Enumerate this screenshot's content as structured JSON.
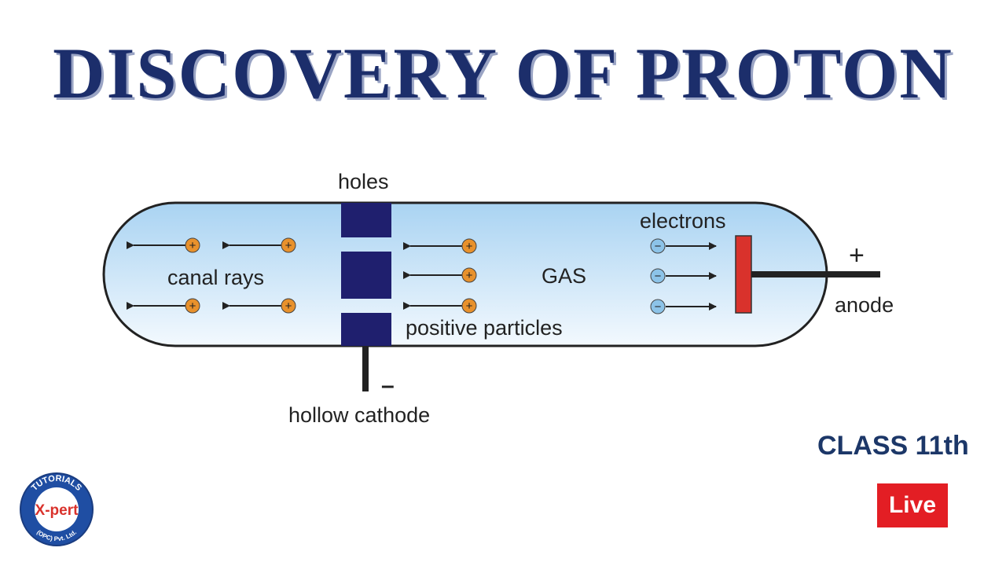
{
  "header": {
    "title": "DISCOVERY OF PROTON"
  },
  "diagram": {
    "labels": {
      "holes": "holes",
      "electrons": "electrons",
      "canal_rays": "canal rays",
      "gas": "GAS",
      "positive_particles": "positive particles",
      "hollow_cathode": "hollow cathode",
      "anode": "anode",
      "plus": "+",
      "minus": "–",
      "proton_symbol": "+",
      "electron_symbol": "−"
    }
  },
  "badges": {
    "class_label": "CLASS 11th",
    "live_label": "Live"
  },
  "logo": {
    "top_text": "TUTORIALS",
    "brand_text": "X-pert",
    "bottom_text": "(OPC) Pvt. Ltd."
  },
  "colors": {
    "title": "#1c2e6b",
    "tube_fill_top": "#b8dcf5",
    "tube_fill_bottom": "#eef7fd",
    "cathode": "#1f1f6e",
    "anode_plate": "#d9322c",
    "proton": "#e8912c",
    "electron": "#8cc3e8",
    "live_badge": "#e31e24",
    "class_label": "#1c3768"
  }
}
